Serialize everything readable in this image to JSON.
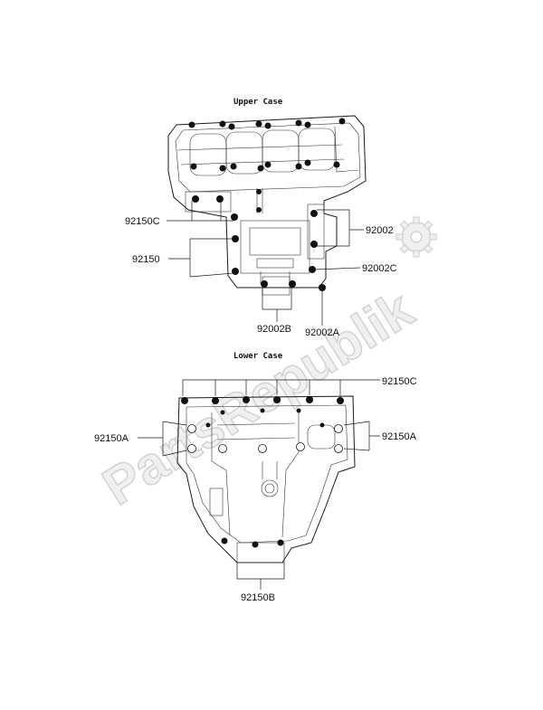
{
  "diagram": {
    "sections": {
      "upper": {
        "title": "Upper Case"
      },
      "lower": {
        "title": "Lower Case"
      }
    },
    "parts": {
      "upper": {
        "p92150c": "92150C",
        "p92150": "92150",
        "p92002": "92002",
        "p92002c": "92002C",
        "p92002b": "92002B",
        "p92002a": "92002A"
      },
      "lower": {
        "p92150c": "92150C",
        "p92150a_left": "92150A",
        "p92150a_right": "92150A",
        "p92150b": "92150B"
      }
    },
    "watermark": {
      "text": "PartsRepublik",
      "icon": "gear-icon"
    },
    "colors": {
      "line": "#1a1a1a",
      "watermark_fill": "#f0f0f0",
      "watermark_stroke": "#d2d2d2"
    }
  }
}
